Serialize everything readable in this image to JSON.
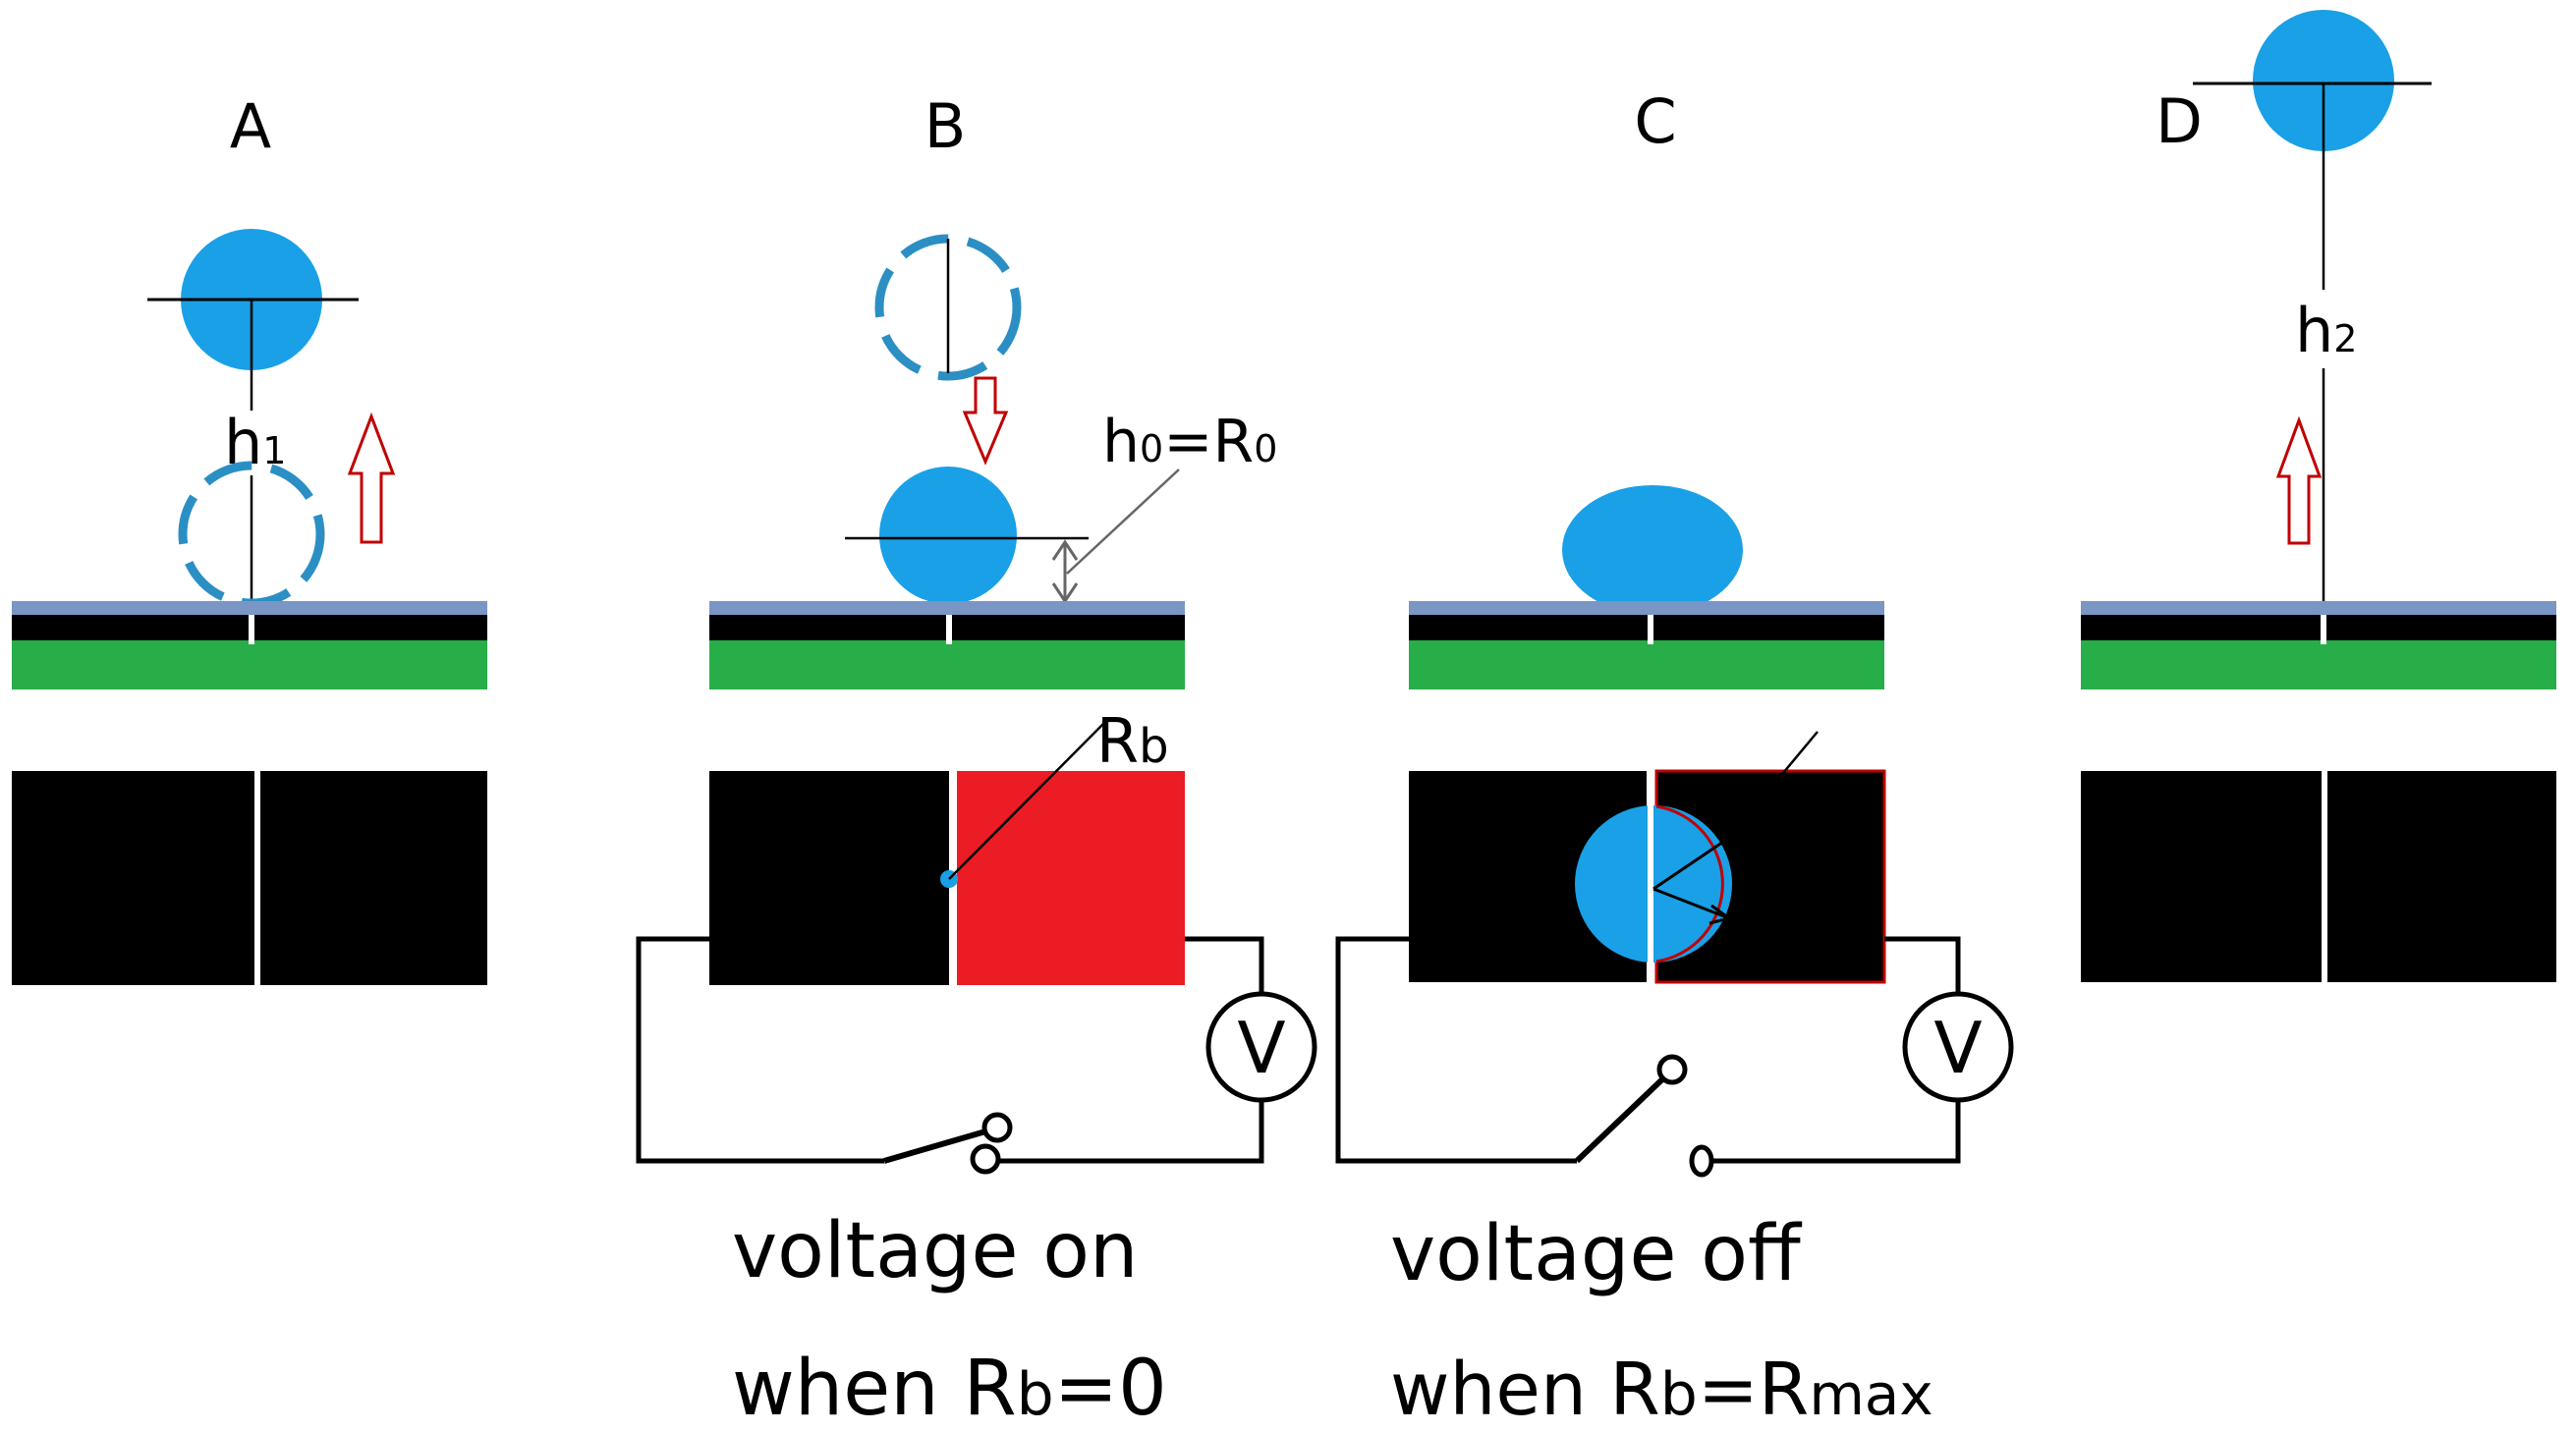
{
  "panels": [
    {
      "id": "A",
      "label": "A",
      "height_label": "h",
      "height_sub": "1"
    },
    {
      "id": "B",
      "label": "B",
      "height_label": "h",
      "height_sub": "0",
      "height_eq": "=",
      "height_rhs": "R",
      "height_rhs_sub": "0",
      "resistance_label": "R",
      "resistance_sub": "b",
      "voltmeter": "V",
      "caption_line1": "voltage on",
      "caption_line2_pre": "when R",
      "caption_line2_sub": "b",
      "caption_line2_post": "=0"
    },
    {
      "id": "C",
      "label": "C",
      "voltmeter": "V",
      "caption_line1": "voltage off",
      "caption_line2_pre": "when R",
      "caption_line2_sub": "b",
      "caption_line2_eq": "=R",
      "caption_line2_sub2": "max"
    },
    {
      "id": "D",
      "label": "D",
      "height_label": "h",
      "height_sub": "2"
    }
  ],
  "colors": {
    "droplet": "#1aa0e6",
    "substrate_top": "#7a96c4",
    "substrate_black": "#000000",
    "substrate_green": "#27ae48",
    "electrode_red": "#ec1c24",
    "arrow_red": "#c00000"
  }
}
